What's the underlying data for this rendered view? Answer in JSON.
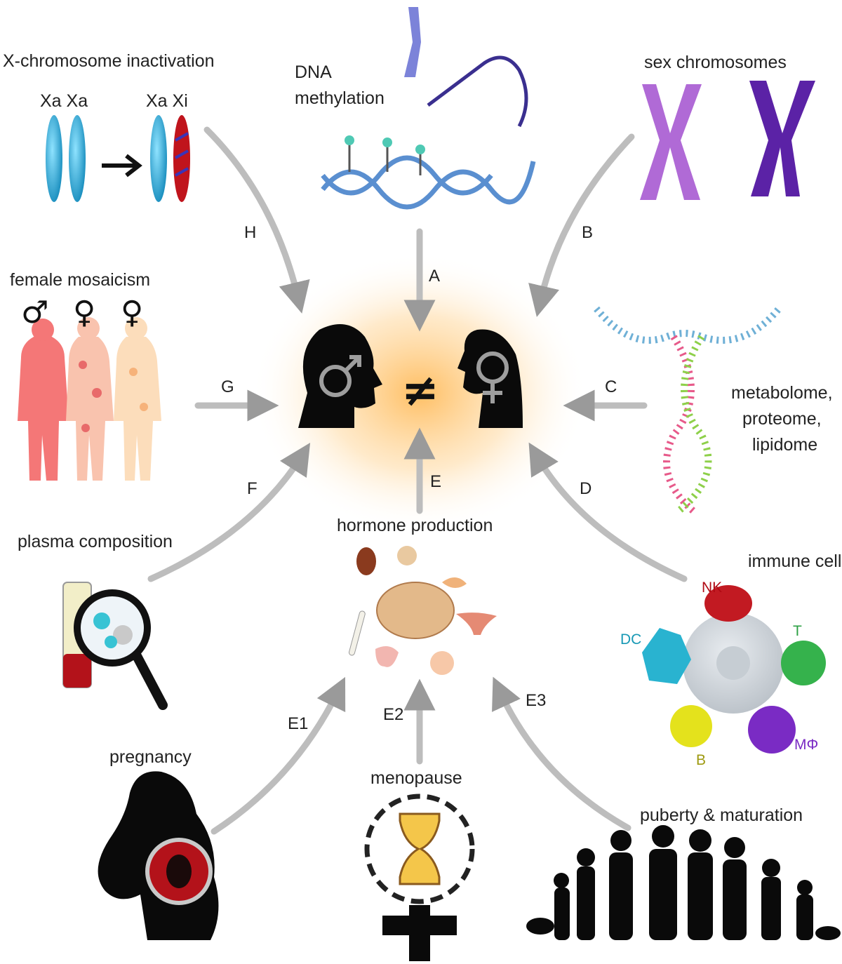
{
  "center": {
    "not_equal": "≠",
    "male_symbol": "♂",
    "female_symbol": "♀"
  },
  "nodes": {
    "x_inactivation": {
      "title": "X-chromosome inactivation",
      "left_pair": "Xa Xa",
      "right_pair": "Xa Xi"
    },
    "dna_methylation": {
      "title_line1": "DNA",
      "title_line2": "methylation"
    },
    "sex_chromosomes": {
      "title": "sex chromosomes"
    },
    "female_mosaicism": {
      "title": "female mosaicism",
      "male_symbol": "♂",
      "female_symbol_1": "♀",
      "female_symbol_2": "♀"
    },
    "omics": {
      "line1": "metabolome,",
      "line2": "proteome,",
      "line3": "lipidome"
    },
    "plasma": {
      "title": "plasma composition"
    },
    "hormone": {
      "title": "hormone production"
    },
    "immune": {
      "title": "immune cells",
      "nk": "NK",
      "dc": "DC",
      "t": "T",
      "b": "B",
      "mphi": "MΦ"
    },
    "pregnancy": {
      "title": "pregnancy"
    },
    "menopause": {
      "title": "menopause"
    },
    "puberty": {
      "title": "puberty & maturation"
    }
  },
  "arrows": {
    "a": "A",
    "b": "B",
    "c": "C",
    "d": "D",
    "e": "E",
    "e1": "E1",
    "e2": "E2",
    "e3": "E3",
    "f": "F",
    "g": "G",
    "h": "H"
  },
  "colors": {
    "chromosome_blue": "#1FA6D6",
    "chromosome_red": "#C0141C",
    "xx_violet": "#B06AD6",
    "xy_purple": "#5B22A6",
    "glow": "#FFC266",
    "arrow_gray": "#9A9A9A",
    "nk": "#B00A14",
    "dc": "#1899B5",
    "t": "#2EA044",
    "b": "#9E9A10",
    "mphi": "#7A2BC4"
  }
}
